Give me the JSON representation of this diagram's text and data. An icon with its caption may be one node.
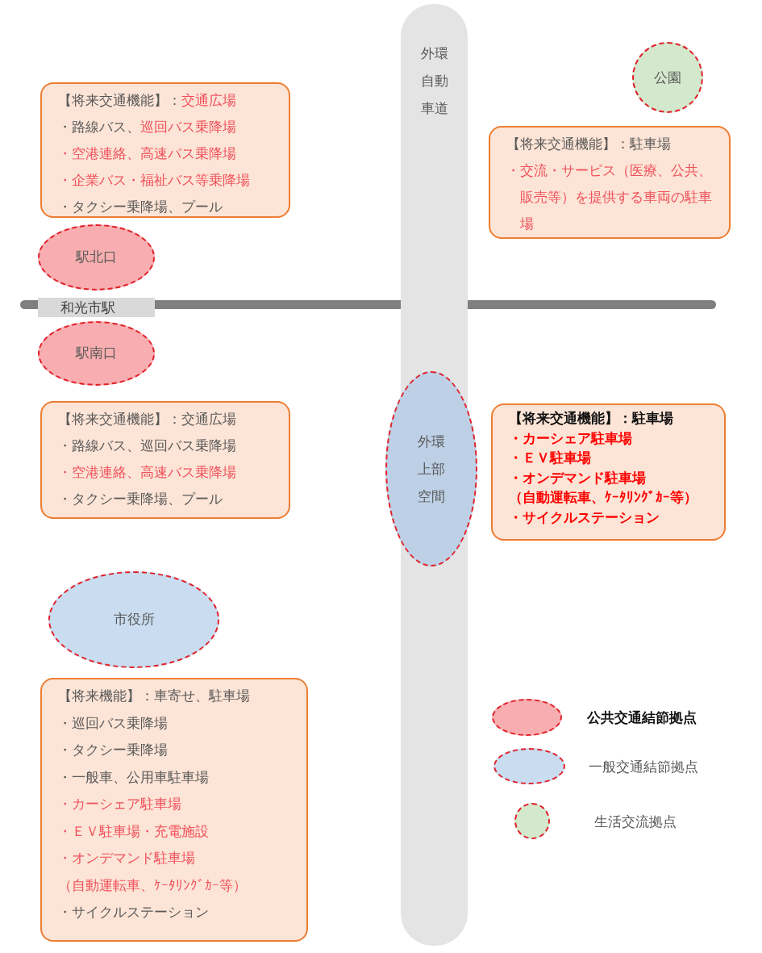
{
  "diagram": {
    "nodes": [
      {
        "text": [
          "外環自動車道"
        ]
      },
      {
        "text": [
          "公園"
        ]
      },
      {
        "text": [
          "【将来交通機能】：",
          "交通広場",
          "・路線バス、",
          "巡回バス乗降場",
          "・空港連絡、高速バス乗降場",
          "・企業バス・福祉バス等乗降場",
          "・タクシー乗降場、プール"
        ]
      },
      {
        "text": [
          "【将来交通機能】：駐車場",
          "・交流・サービス（医療、公共、販売等）を提供する車両の駐車場"
        ]
      },
      {
        "text": [
          "駅北口"
        ]
      },
      {
        "text": [
          "和光市駅"
        ]
      },
      {
        "text": [
          "駅南口"
        ]
      },
      {
        "text": [
          "【将来交通機能】：交通広場",
          "・路線バス、巡回バス乗降場",
          "・空港連絡、高速バス乗降場",
          "・タクシー乗降場、プール"
        ]
      },
      {
        "text": [
          "外環上部空間"
        ]
      },
      {
        "text": [
          "【将来交通機能】：駐車場",
          "・カーシェア駐車場",
          "・ＥＶ駐車場",
          "・オンデマンド駐車場",
          "（自動運転車、ｹｰﾀﾘﾝｸﾞｶｰ等）",
          "・サイクルステーション"
        ]
      },
      {
        "text": [
          "市役所"
        ]
      },
      {
        "text": [
          "【将来機能】：車寄せ、駐車場",
          "・巡回バス乗降場",
          "・タクシー乗降場",
          "・一般車、公用車駐車場",
          "・カーシェア駐車場",
          "・ＥＶ駐車場・充電施設",
          "・オンデマンド駐車場",
          "（自動運転車、ｹｰﾀﾘﾝｸﾞｶｰ等）",
          "・サイクルステーション"
        ]
      }
    ],
    "legend": [
      {
        "text": "公共交通結節拠点",
        "color": "#f8aeb0"
      },
      {
        "text": "一般交通結節拠点",
        "color": "#c9dcf0"
      },
      {
        "text": "生活交流拠点",
        "color": "#d3e8cc"
      }
    ]
  }
}
